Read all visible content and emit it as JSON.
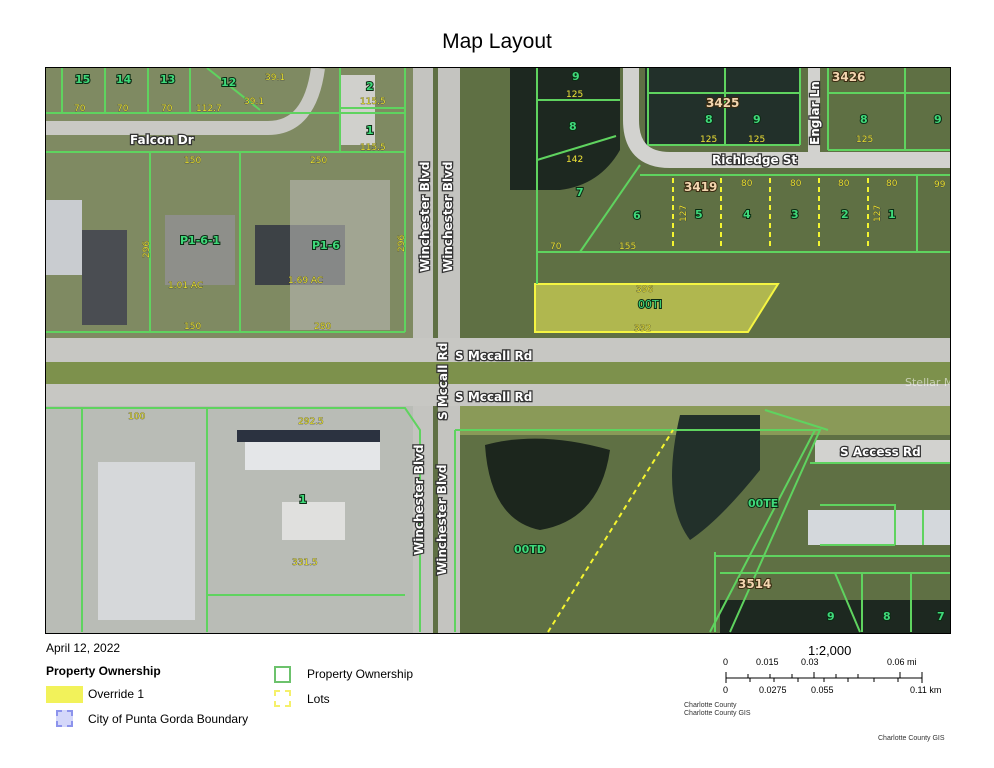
{
  "title": "Map Layout",
  "date": "April 12, 2022",
  "legend": {
    "heading": "Property Ownership",
    "items": [
      {
        "label": "Override 1",
        "color": "#f2f25a"
      },
      {
        "label": "City of Punta Gorda Boundary",
        "color": "#9aa0f0"
      },
      {
        "label": "Property Ownership",
        "color": "#6cc26c"
      },
      {
        "label": "Lots",
        "color": "#f5f06a"
      }
    ]
  },
  "scale": {
    "ratio": "1:2,000",
    "mi_ticks": [
      "0",
      "0.015",
      "0.03",
      "0.06 mi"
    ],
    "km_ticks": [
      "0",
      "0.0275",
      "0.055",
      "0.11 km"
    ]
  },
  "credits": [
    "Charlotte County",
    "Charlotte County GIS"
  ],
  "footer_credit": "Charlotte County GIS",
  "watermark": "Stellar MLS",
  "map": {
    "streets": [
      "Falcon Dr",
      "Winchester Blvd",
      "Winchester Blvd",
      "S Mccall Rd",
      "S Mccall Rd",
      "S Mccall Rd",
      "Winchester Blvd",
      "Winchester Blvd",
      "Richledge St",
      "Englar Ln",
      "S Access Rd"
    ],
    "parcels": [
      "15",
      "14",
      "13",
      "12",
      "2",
      "1",
      "P1-6-1",
      "P1-6",
      "9",
      "8",
      "7",
      "6",
      "5",
      "4",
      "3",
      "2",
      "1",
      "8",
      "9",
      "8",
      "9",
      "00TI",
      "1",
      "00TE",
      "00TD",
      "9",
      "8",
      "7"
    ],
    "blocks": [
      "3425",
      "3426",
      "3419",
      "3514"
    ],
    "dims": [
      "70",
      "70",
      "70",
      "112.7",
      "39.1",
      "39.1",
      "115.5",
      "115.5",
      "150",
      "250",
      "296",
      "296",
      "1.01 AC",
      "1.69 AC",
      "150",
      "280",
      "125",
      "142",
      "125",
      "125",
      "125",
      "80",
      "80",
      "80",
      "80",
      "99",
      "155",
      "70",
      "396",
      "332",
      "127",
      "127",
      "292.5",
      "331.5",
      "100"
    ],
    "colors": {
      "parcel_line": "#5fd35f",
      "override_fill": "#f2f25a",
      "lot_line": "#f5f530"
    }
  }
}
